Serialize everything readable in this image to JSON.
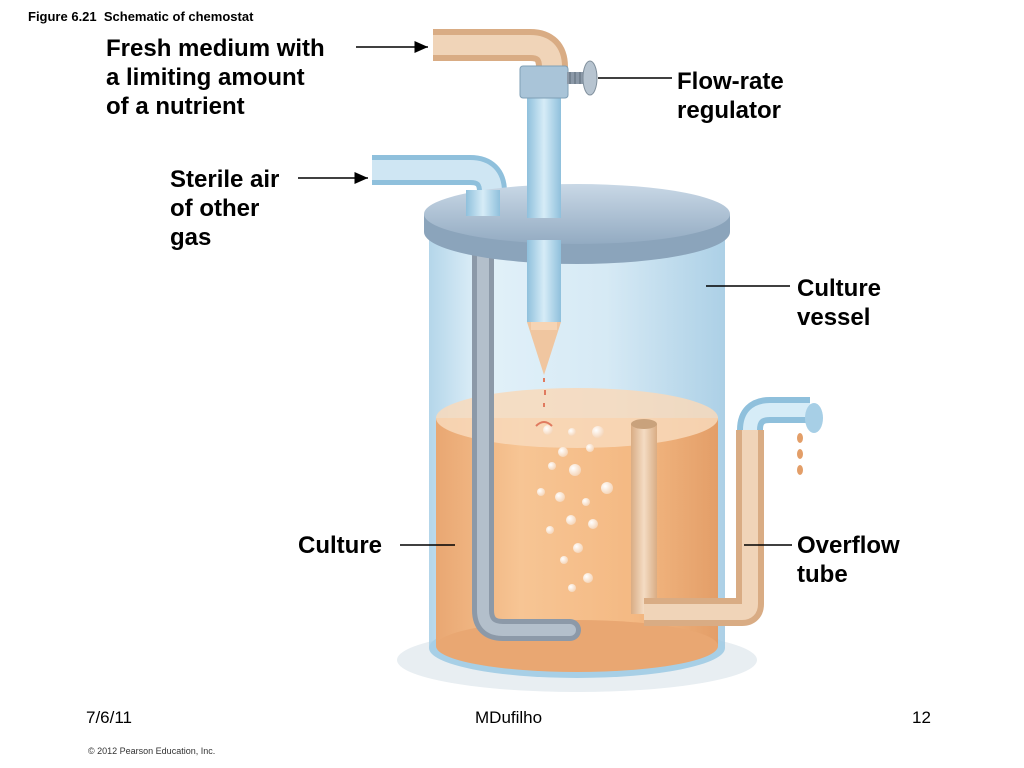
{
  "figure_title": "Figure 6.21  Schematic of chemostat",
  "labels": {
    "fresh_medium": [
      "Fresh medium with",
      "a limiting amount",
      "of a nutrient"
    ],
    "flow_rate": [
      "Flow-rate",
      "regulator"
    ],
    "sterile_air": [
      "Sterile air",
      "of other",
      "gas"
    ],
    "culture_vessel": [
      "Culture",
      "vessel"
    ],
    "culture": [
      "Culture"
    ],
    "overflow_tube": [
      "Overflow",
      "tube"
    ]
  },
  "footer": {
    "date": "7/6/11",
    "author": "MDufilho",
    "page": "12",
    "copyright": "© 2012 Pearson Education, Inc."
  },
  "colors": {
    "glass": "#bcdcee",
    "glass_edge": "#7fb6d6",
    "medium": "#f2b47e",
    "tube_beige": "#e7c3a0",
    "lid": "#a9bfd2"
  }
}
